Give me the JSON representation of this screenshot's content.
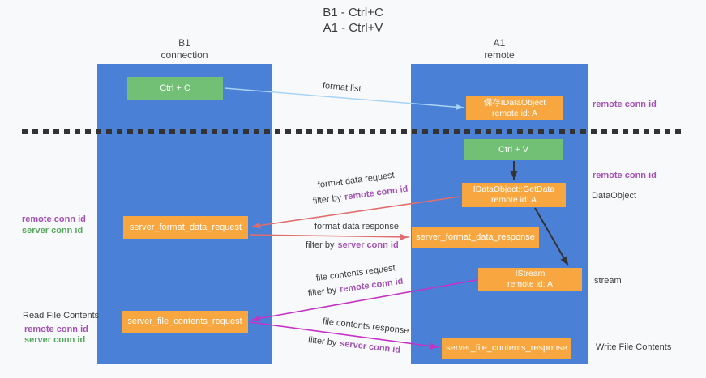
{
  "title": {
    "line1": "B1 - Ctrl+C",
    "line2": "A1 - Ctrl+V"
  },
  "columns": {
    "left": {
      "name": "B1",
      "role": "connection"
    },
    "right": {
      "name": "A1",
      "role": "remote"
    }
  },
  "nodes": {
    "ctrl_c": {
      "label": "Ctrl + C"
    },
    "save_dataobject": {
      "line1": "保存IDataObject",
      "line2": "remote id: A"
    },
    "ctrl_v": {
      "label": "Ctrl + V"
    },
    "getdata": {
      "line1": "IDataObject::GetData",
      "line2": "remote id: A"
    },
    "server_format_data_request": {
      "label": "server_format_data_request"
    },
    "server_format_data_response": {
      "label": "server_format_data_response"
    },
    "istream": {
      "line1": "IStream",
      "line2": "remote id: A"
    },
    "server_file_contents_request": {
      "label": "server_file_contents_request"
    },
    "server_file_contents_response": {
      "label": "server_file_contents_response"
    }
  },
  "labels": {
    "remote_conn_id": "remote conn id",
    "server_conn_id": "server conn id",
    "dataobject": "DataObject",
    "istream": "Istream",
    "read_file_contents": "Read File Contents",
    "write_file_contents": "Write File Contents",
    "format_list": "format list",
    "format_data_request": "format data request",
    "format_data_response": "format data response",
    "file_contents_request": "file contents request",
    "file_contents_response": "file contents response",
    "filter_by": "filter by"
  },
  "colors": {
    "lane_blue": "#4a80d6",
    "box_orange": "#f7a640",
    "box_green": "#72c076",
    "arrow_red": "#e06d6d",
    "arrow_magenta": "#c433c4",
    "arrow_light_blue": "#a8d4f4",
    "arrow_black": "#333333",
    "text_purple": "#a352b5",
    "text_green": "#55a85c"
  }
}
